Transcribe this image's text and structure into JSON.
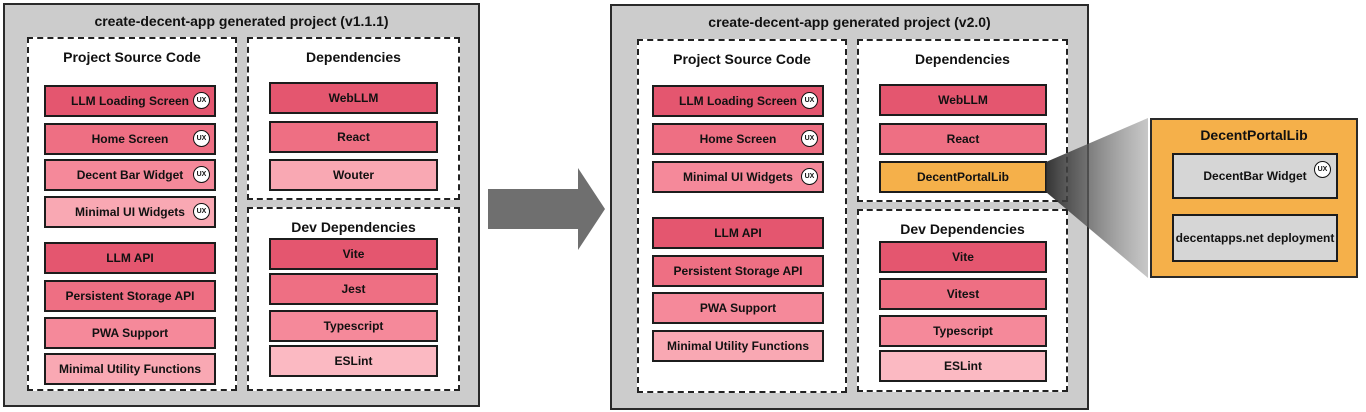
{
  "left": {
    "title": "create-decent-app generated project (v1.1.1)",
    "source": {
      "title": "Project Source Code",
      "items": [
        "LLM Loading Screen",
        "Home Screen",
        "Decent Bar Widget",
        "Minimal UI Widgets",
        "LLM API",
        "Persistent Storage API",
        "PWA Support",
        "Minimal Utility Functions"
      ]
    },
    "deps": {
      "title": "Dependencies",
      "items": [
        "WebLLM",
        "React",
        "Wouter"
      ]
    },
    "devdeps": {
      "title": "Dev Dependencies",
      "items": [
        "Vite",
        "Jest",
        "Typescript",
        "ESLint"
      ]
    }
  },
  "right": {
    "title": "create-decent-app generated project (v2.0)",
    "source": {
      "title": "Project Source Code",
      "items": [
        "LLM Loading Screen",
        "Home Screen",
        "Minimal UI Widgets",
        "LLM API",
        "Persistent Storage API",
        "PWA Support",
        "Minimal Utility Functions"
      ]
    },
    "deps": {
      "title": "Dependencies",
      "items": [
        "WebLLM",
        "React",
        "DecentPortalLib"
      ]
    },
    "devdeps": {
      "title": "Dev Dependencies",
      "items": [
        "Vite",
        "Vitest",
        "Typescript",
        "ESLint"
      ]
    }
  },
  "lib": {
    "title": "DecentPortalLib",
    "items": [
      "DecentBar Widget",
      "decentapps.net deployment"
    ]
  },
  "ux_badge": "UX",
  "colors": {
    "panel": "#cccccc",
    "pink_dark": "#e4566f",
    "pink_light": "#fbb9c2",
    "orange": "#f5b04a",
    "arrow": "#6f6f6f"
  }
}
